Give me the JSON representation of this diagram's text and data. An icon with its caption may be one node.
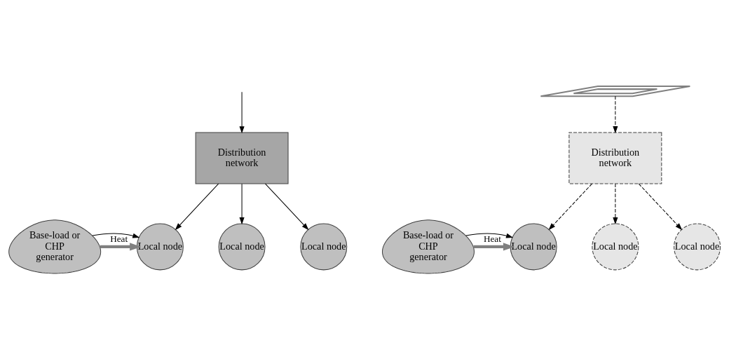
{
  "diagram": {
    "nodes": [
      {
        "text": [
          "Distribution network"
        ]
      },
      {
        "text": [],
        "shape": "bar"
      },
      {
        "text": [
          "Distribution network"
        ]
      },
      {
        "text": [
          "Base-load or CHP generator"
        ]
      },
      {
        "text": [
          "Local node"
        ]
      },
      {
        "text": [
          "Local node"
        ]
      },
      {
        "text": [
          "Local node"
        ]
      },
      {
        "text": [
          "Base-load or CHP generator"
        ]
      },
      {
        "text": [
          "Local node"
        ]
      },
      {
        "text": [
          "Local node"
        ]
      },
      {
        "text": [
          "Local node"
        ]
      }
    ],
    "edges": [
      {
        "from": null,
        "to": 0,
        "arrow": "to"
      },
      {
        "from": 0,
        "to": 4,
        "arrow": "to"
      },
      {
        "from": 0,
        "to": 5,
        "arrow": "to"
      },
      {
        "from": 0,
        "to": 6,
        "arrow": "to"
      },
      {
        "from": 3,
        "to": 4,
        "arrow": "to"
      },
      {
        "from": 3,
        "to": 4,
        "arrow": "to",
        "label": "Heat",
        "style": "thick",
        "color": "#808080"
      },
      {
        "from": 1,
        "to": 2,
        "arrow": "to",
        "style": "dashed"
      },
      {
        "from": 2,
        "to": 8,
        "arrow": "to",
        "style": "dashed"
      },
      {
        "from": 2,
        "to": 9,
        "arrow": "to",
        "style": "dashed"
      },
      {
        "from": 2,
        "to": 10,
        "arrow": "to",
        "style": "dashed"
      },
      {
        "from": 7,
        "to": 8,
        "arrow": "to"
      },
      {
        "from": 7,
        "to": 8,
        "arrow": "to",
        "label": "Heat",
        "style": "thick",
        "color": "#808080"
      }
    ]
  }
}
